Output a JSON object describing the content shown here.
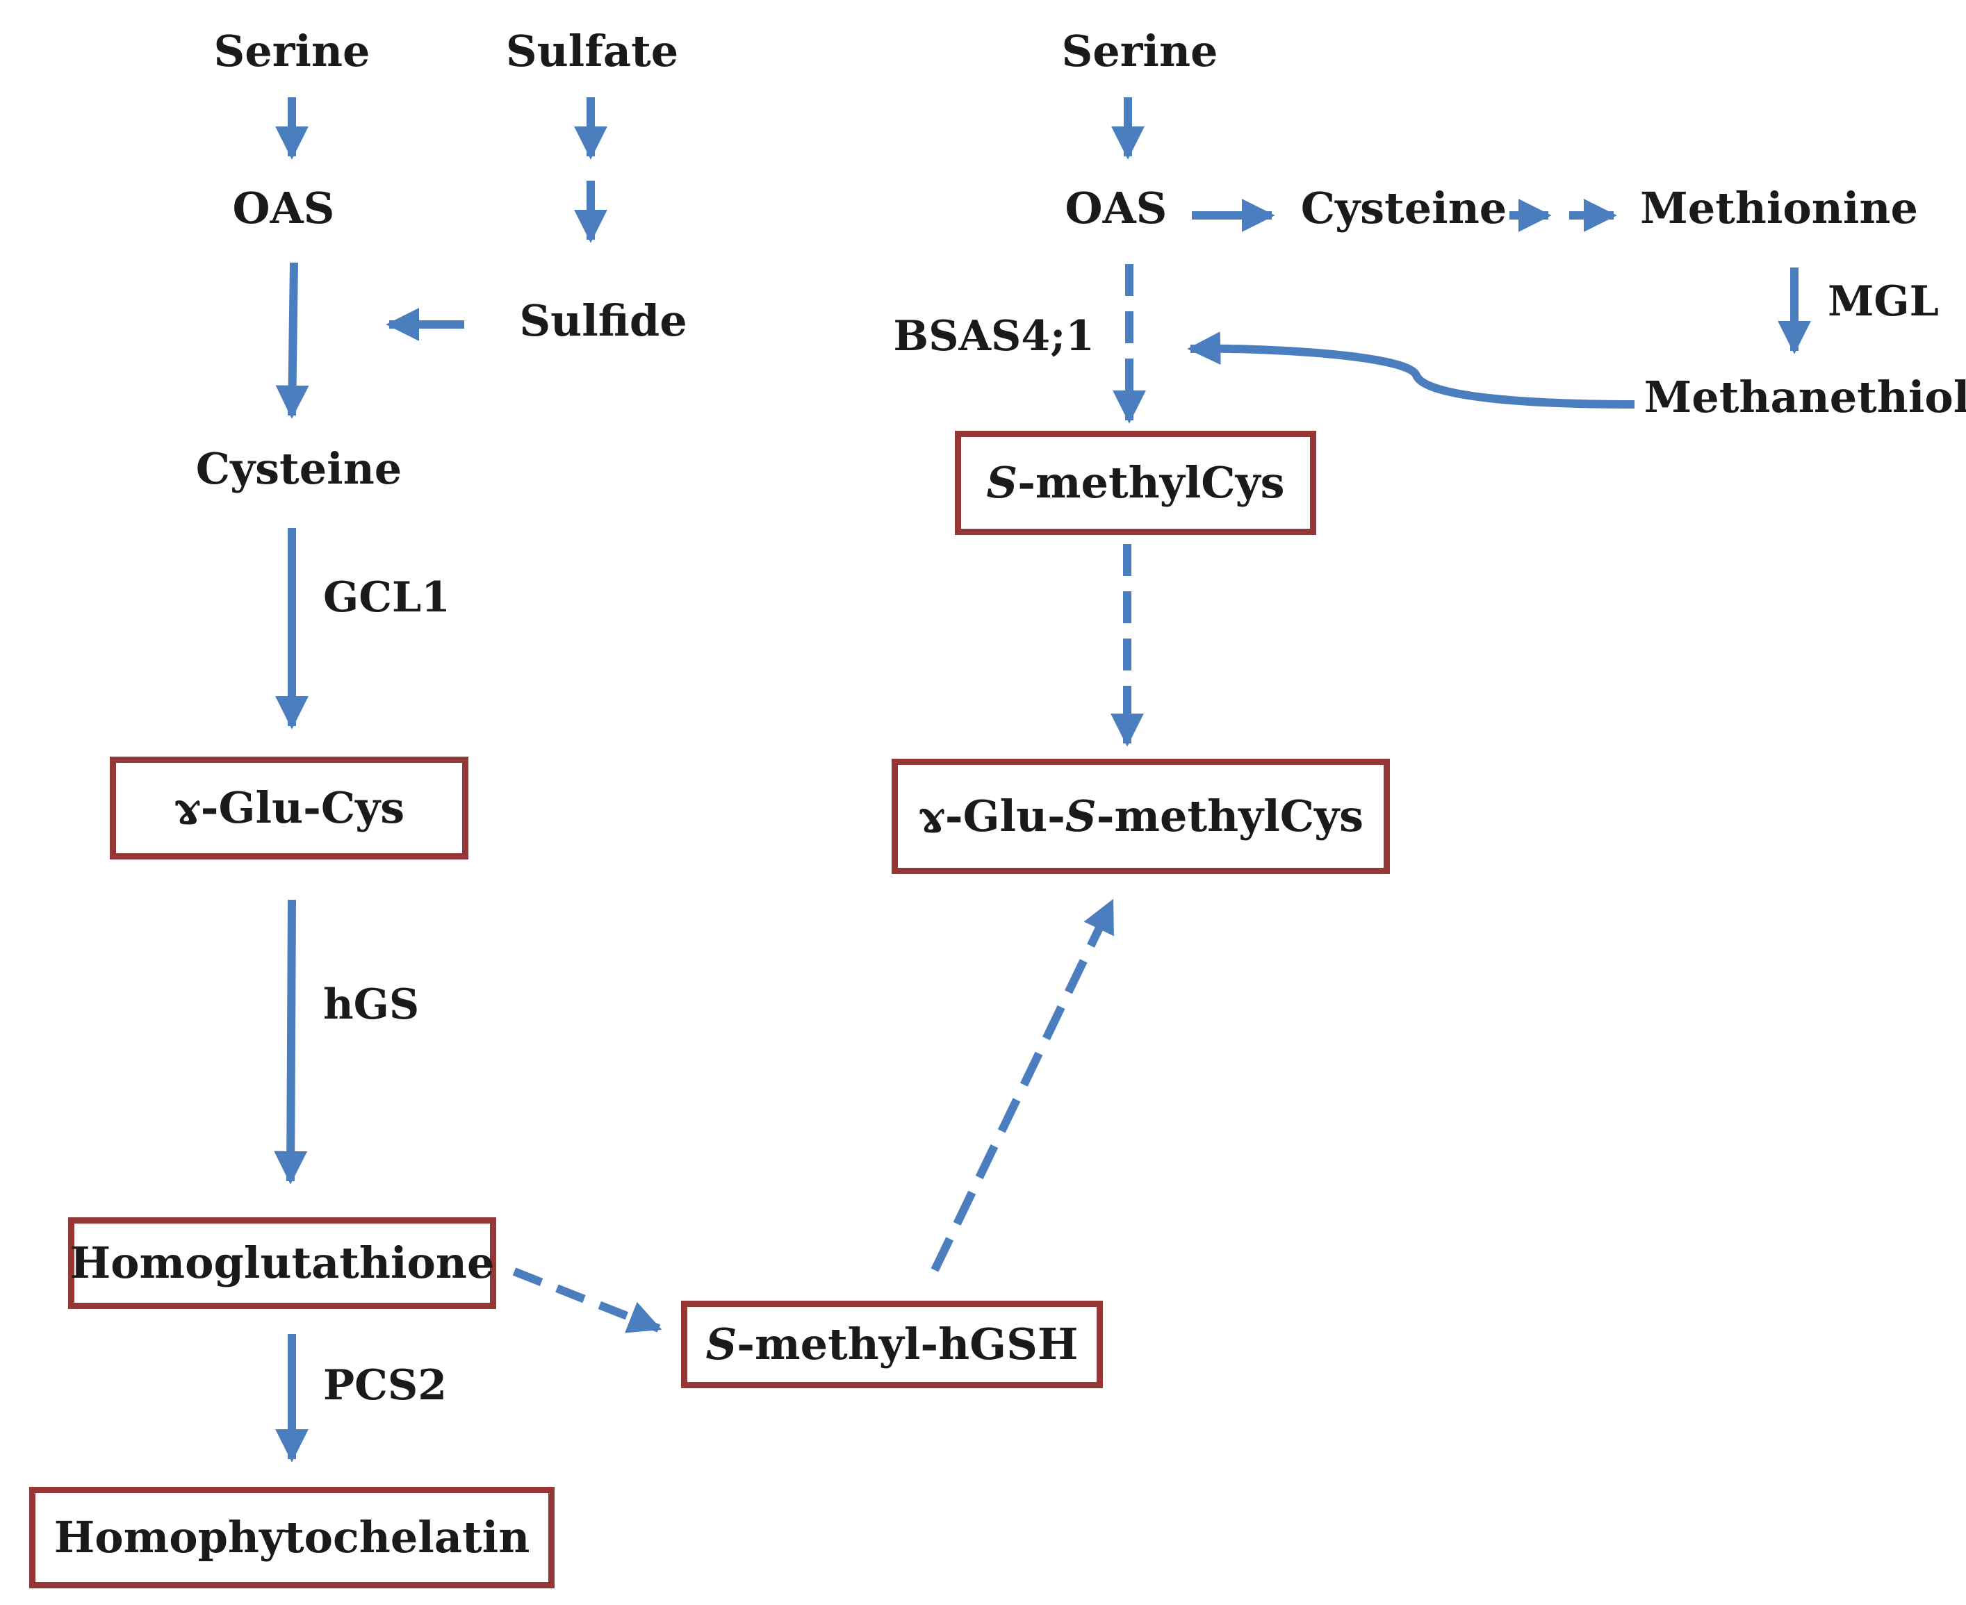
{
  "colors": {
    "arrow": "#4a7ebf",
    "box_border": "#953735",
    "text": "#1a1a1a"
  },
  "nodes": {
    "serine_left": "Serine",
    "sulfate": "Sulfate",
    "oas_left": "OAS",
    "sulfide": "Sulfide",
    "cysteine_left": "Cysteine",
    "serine_right": "Serine",
    "oas_right": "OAS",
    "cysteine_right": "Cysteine",
    "methionine": "Methionine",
    "methanethiol": "Methanethiol"
  },
  "boxed_nodes": {
    "glu_cys": "ɤ-Glu-Cys",
    "homoglutathione": "Homoglutathione",
    "homophytochelatin": "Homophytochelatin",
    "s_methylcys": {
      "prefix": "S",
      "rest": "-methylCys"
    },
    "glu_s_methylcys": {
      "start": "ɤ-Glu-",
      "italic": "S",
      "rest": "-methylCys"
    },
    "s_methyl_hgsh": {
      "prefix": "S",
      "rest": "-methyl-hGSH"
    }
  },
  "enzymes": {
    "gcl1": "GCL1",
    "hgs": "hGS",
    "pcs2": "PCS2",
    "bsas": "BSAS4;1",
    "mgl": "MGL"
  }
}
